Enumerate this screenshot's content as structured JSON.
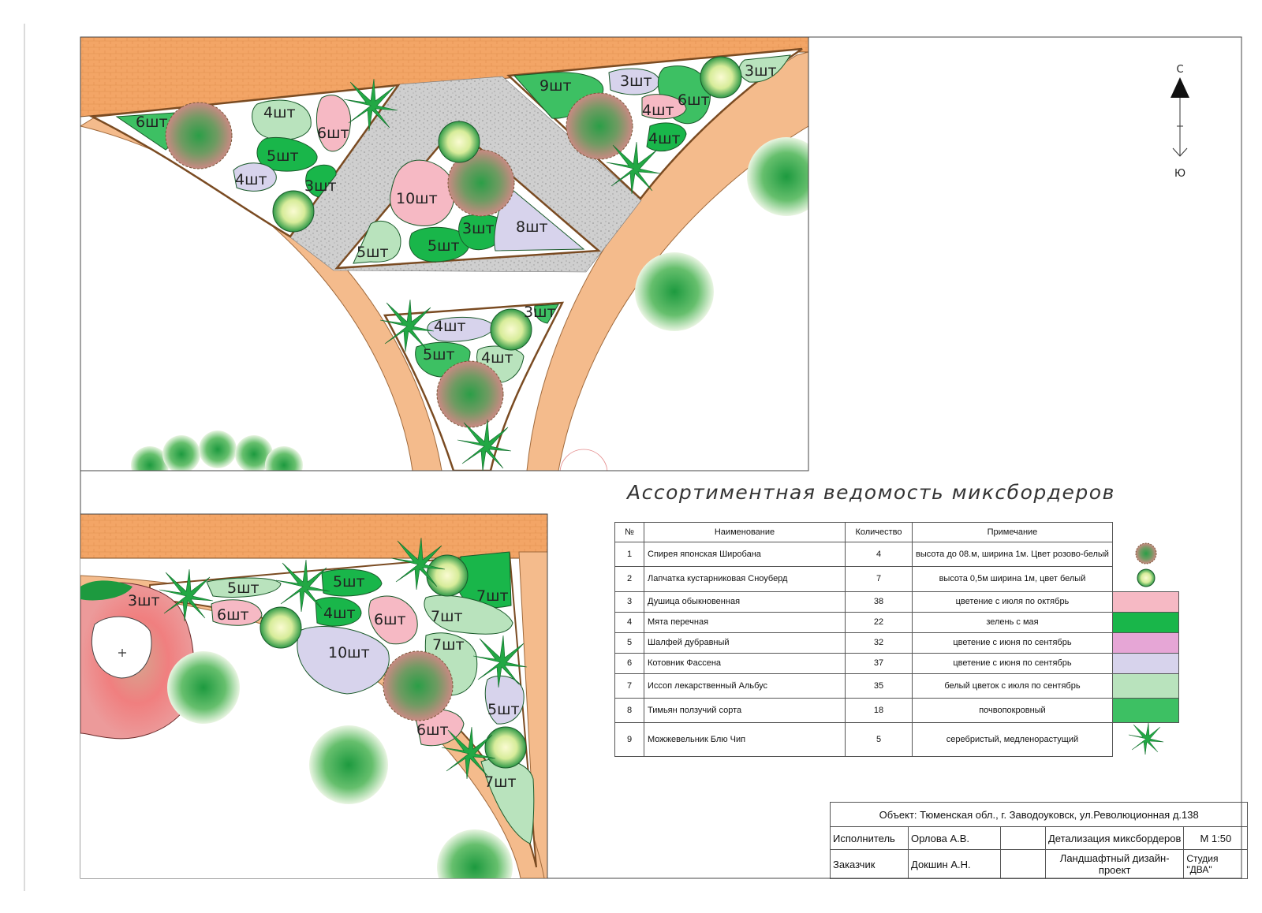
{
  "sheet_title": "Ассортиментная ведомость   миксбордеров",
  "top_plan": {
    "labels": [
      "6шт",
      "4шт",
      "6шт",
      "5шт",
      "4шт",
      "3шт",
      "9шт",
      "3шт",
      "3шт",
      "4шт",
      "6шт",
      "4шт",
      "10шт",
      "3шт",
      "8шт",
      "5шт",
      "5шт",
      "4шт",
      "3шт",
      "5шт",
      "4шт"
    ]
  },
  "bottom_plan": {
    "labels": [
      "3шт",
      "5шт",
      "5шт",
      "7шт",
      "6шт",
      "4шт",
      "6шт",
      "7шт",
      "10шт",
      "7шт",
      "5шт",
      "6шт",
      "7шт"
    ]
  },
  "compass": {
    "north": "С",
    "south": "Ю"
  },
  "assortment": {
    "headers": [
      "№",
      "Наименование",
      "Количество",
      "Примечание"
    ],
    "rows": [
      {
        "no": "1",
        "name": "Спирея японская Широбана",
        "qty": "4",
        "note": "высота до 08.м, ширина 1м. Цвет розово-белый",
        "swatch": "shrub-icon"
      },
      {
        "no": "2",
        "name": "Лапчатка кустарниковая Сноуберд",
        "qty": "7",
        "note": "высота 0,5м ширина 1м, цвет белый",
        "swatch": "ball-shrub-icon"
      },
      {
        "no": "3",
        "name": "Душица обыкновенная",
        "qty": "38",
        "note": "цветение с июля по октябрь",
        "swatch": "#f6b9c4"
      },
      {
        "no": "4",
        "name": "Мята перечная",
        "qty": "22",
        "note": "зелень с мая",
        "swatch": "#19b64a"
      },
      {
        "no": "5",
        "name": "Шалфей дубравный",
        "qty": "32",
        "note": "цветение с июня по сентябрь",
        "swatch": "#e6a6d6"
      },
      {
        "no": "6",
        "name": "Котовник Фассена",
        "qty": "37",
        "note": "цветение с июня по сентябрь",
        "swatch": "#d7d3ec"
      },
      {
        "no": "7",
        "name": "Иссоп лекарственный Альбус",
        "qty": "35",
        "note": "белый цветок с июля по сентябрь",
        "swatch": "#b9e3bd"
      },
      {
        "no": "8",
        "name": "Тимьян ползучий сорта",
        "qty": "18",
        "note": "почвопокровный",
        "swatch": "#3dc063"
      },
      {
        "no": "9",
        "name": "Можжевельник Блю Чип",
        "qty": "5",
        "note": "серебристый, медленорастущий",
        "swatch": "juniper-icon"
      }
    ]
  },
  "stamp": {
    "object": "Объект: Тюменская обл., г. Заводоуковск, ул.Революционная д.138",
    "executor_label": "Исполнитель",
    "executor": "Орлова А.В.",
    "detail": "Детализация миксбордеров",
    "scale": "М 1:50",
    "customer_label": "Заказчик",
    "customer": "Докшин А.Н.",
    "project": "Ландшафтный дизайн-проект",
    "studio": "Студия \"ДВА\""
  }
}
